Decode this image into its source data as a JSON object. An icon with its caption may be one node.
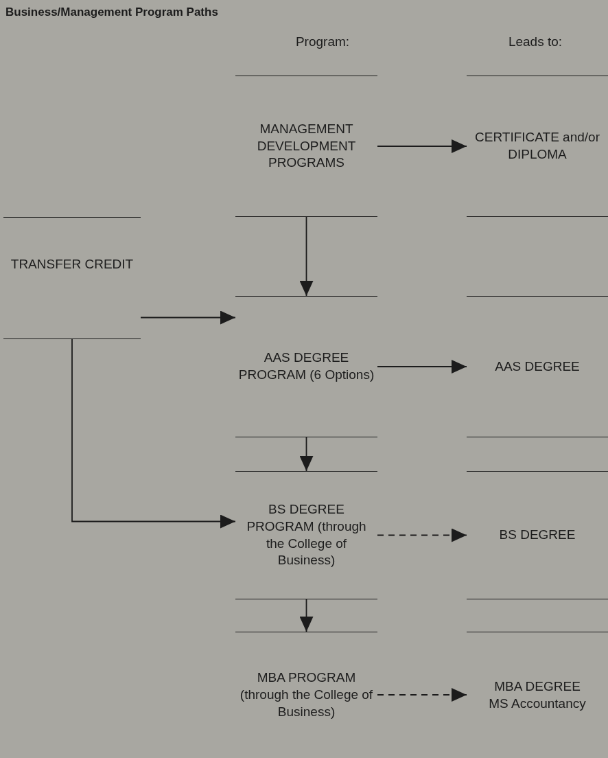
{
  "diagram": {
    "title": "Business/Management Program Paths",
    "nodes": [
      {
        "text": [
          "MANAGEMENT DEVELOPMENT PROGRAMS"
        ]
      },
      {
        "text": [
          "CERTIFICATE and/or DIPLOMA"
        ]
      },
      {
        "text": [
          "TRANSFER CREDIT"
        ]
      },
      {
        "text": [
          "AAS DEGREE PROGRAM (6 Options)"
        ]
      },
      {
        "text": [
          "AAS DEGREE"
        ]
      },
      {
        "text": [
          "BS DEGREE PROGRAM (through the College of Business)"
        ]
      },
      {
        "text": [
          "BS DEGREE"
        ]
      },
      {
        "text": [
          "MBA PROGRAM (through the College of Business)"
        ]
      },
      {
        "text": [
          "MBA DEGREE",
          "MS Accountancy"
        ]
      }
    ],
    "edges": [
      {
        "from": 0,
        "to": 1,
        "arrow": "to"
      },
      {
        "from": 0,
        "to": 3,
        "arrow": "to"
      },
      {
        "from": 2,
        "to": 3,
        "arrow": "to"
      },
      {
        "from": 2,
        "to": 5,
        "arrow": "to"
      },
      {
        "from": 3,
        "to": 4,
        "arrow": "to"
      },
      {
        "from": 3,
        "to": 5,
        "arrow": "to"
      },
      {
        "from": 5,
        "to": 6,
        "arrow": "to",
        "style": "dashed"
      },
      {
        "from": 5,
        "to": 7,
        "arrow": "to"
      },
      {
        "from": 7,
        "to": 8,
        "arrow": "to",
        "style": "dashed"
      }
    ],
    "labels": [
      "Program:",
      "Leads to:"
    ]
  }
}
